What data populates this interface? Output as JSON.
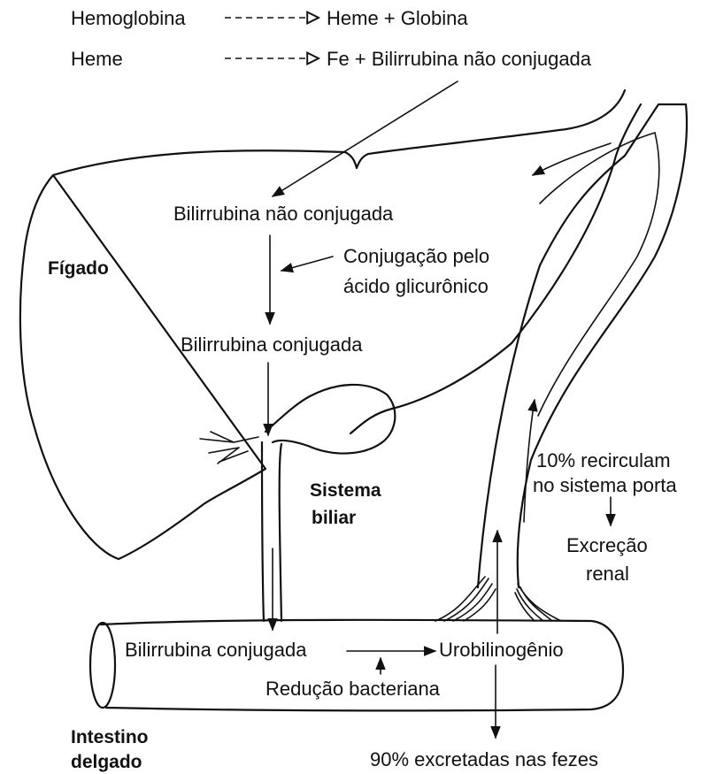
{
  "reactions": {
    "line1": {
      "substrate": "Hemoglobina",
      "products": "Heme + Globina"
    },
    "line2": {
      "substrate": "Heme",
      "products": "Fe + Bilirrubina não conjugada"
    }
  },
  "organs": {
    "liver": "Fígado",
    "biliary_line1": "Sistema",
    "biliary_line2": "biliar",
    "intestine_line1": "Intestino",
    "intestine_line2": "delgado"
  },
  "liver_labels": {
    "unconjugated": "Bilirrubina não conjugada",
    "conjugation_line1": "Conjugação pelo",
    "conjugation_line2": "ácido glicurônico",
    "conjugated": "Bilirrubina conjugada"
  },
  "intestine_labels": {
    "conjugated": "Bilirrubina conjugada",
    "urobilinogen": "Urobilinogênio",
    "reduction": "Redução bacteriana"
  },
  "portal_labels": {
    "recirculate_line1": "10% recirculam",
    "recirculate_line2": "no sistema porta",
    "renal_line1": "Excreção",
    "renal_line2": "renal",
    "feces": "90% excretadas nas fezes"
  },
  "colors": {
    "ink": "#111111",
    "background": "#ffffff"
  }
}
